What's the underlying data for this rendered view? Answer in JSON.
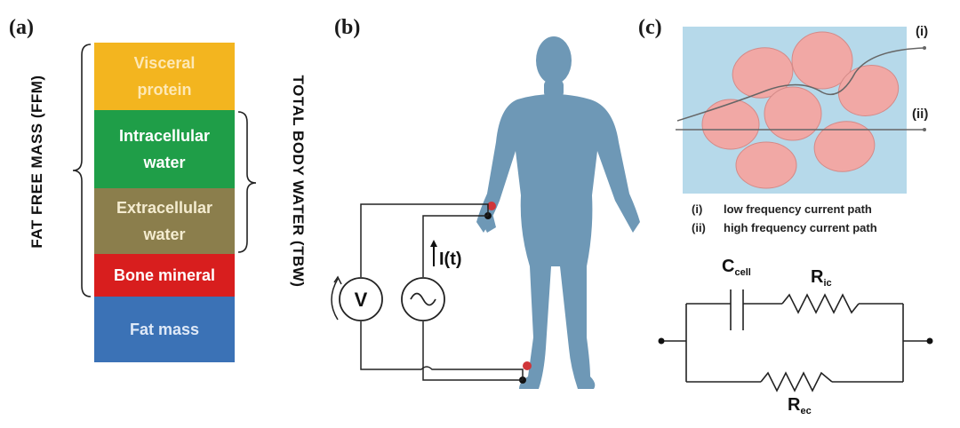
{
  "panels": {
    "a": "(a)",
    "b": "(b)",
    "c": "(c)"
  },
  "composition": {
    "layers": [
      {
        "label": "Visceral\nprotein",
        "color": "#f3b51f"
      },
      {
        "label": "Intracellular\nwater",
        "color": "#1f9e48"
      },
      {
        "label": "Extracellular\nwater",
        "color": "#8b7e4c"
      },
      {
        "label": "Bone mineral",
        "color": "#d81e1e"
      },
      {
        "label": "Fat mass",
        "color": "#3b72b6"
      }
    ],
    "ffm_label": "FAT FREE MASS (FFM)",
    "tbw_label": "TOTAL BODY WATER (TBW)"
  },
  "circuit_b": {
    "voltmeter": "V",
    "current_label": "I(t)"
  },
  "cells": {
    "path_i": "(i)",
    "path_ii": "(ii)",
    "legend": [
      {
        "marker": "(i)",
        "text": "low frequency current path"
      },
      {
        "marker": "(ii)",
        "text": "high frequency current path"
      }
    ],
    "bg_color": "#b6d9ea",
    "cell_color": "#f1a8a5"
  },
  "circuit_c": {
    "c_main": "C",
    "c_sub": "cell",
    "ric_main": "R",
    "ric_sub": "ic",
    "rec_main": "R",
    "rec_sub": "ec"
  }
}
